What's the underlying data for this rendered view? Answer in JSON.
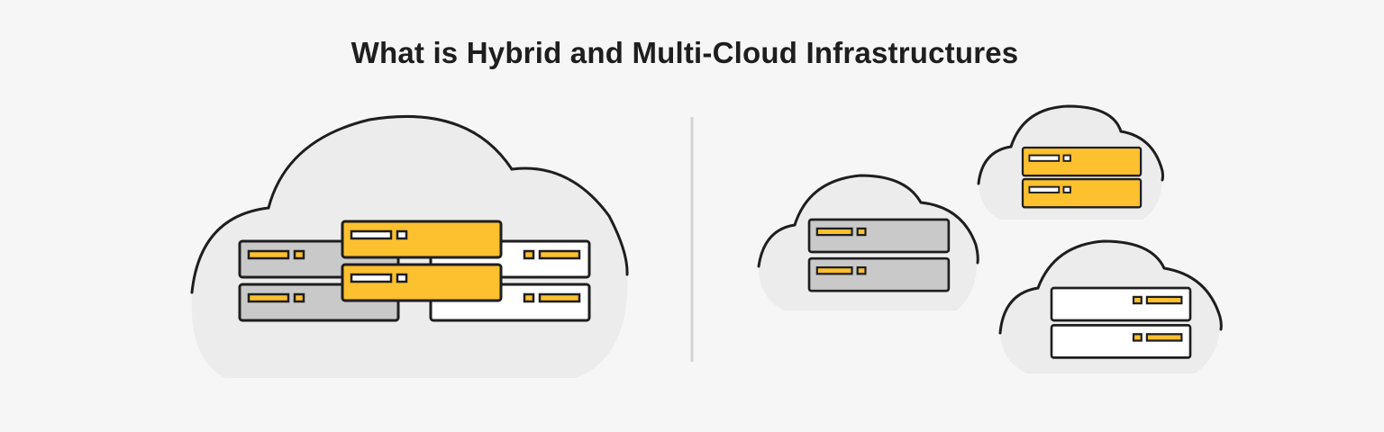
{
  "title": "What is Hybrid and Multi-Cloud Infrastructures",
  "colors": {
    "background": "#f6f6f6",
    "cloud_fill": "#ececec",
    "outline": "#1e1e1e",
    "accent_yellow": "#fdc02f",
    "server_gray": "#c9c9c9",
    "server_white": "#ffffff",
    "divider": "#d4d4d4"
  },
  "sections": [
    {
      "name": "hybrid-cloud",
      "clouds": 1,
      "server_units": 6
    },
    {
      "name": "multi-cloud",
      "clouds": 3,
      "server_units": 6
    }
  ]
}
